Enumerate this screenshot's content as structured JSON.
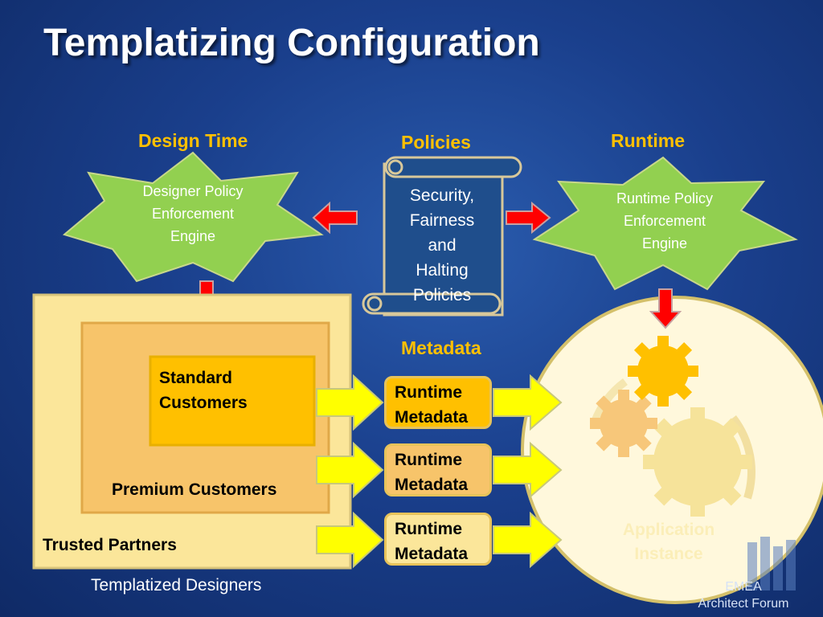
{
  "slide": {
    "title": "Templatizing Configuration",
    "headers": {
      "design_time": "Design Time",
      "policies": "Policies",
      "runtime": "Runtime",
      "metadata": "Metadata"
    },
    "designer_engine": {
      "line1": "Designer Policy",
      "line2": "Enforcement",
      "line3": "Engine"
    },
    "runtime_engine": {
      "line1": "Runtime Policy",
      "line2": "Enforcement",
      "line3": "Engine"
    },
    "policy_scroll": {
      "line1": "Security,",
      "line2": "Fairness",
      "line3": "and",
      "line4": "Halting",
      "line5": "Policies"
    },
    "nested_boxes": {
      "standard_line1": "Standard",
      "standard_line2": "Customers",
      "premium": "Premium Customers",
      "trusted": "Trusted Partners",
      "designers": "Templatized Designers"
    },
    "metadata_boxes": [
      {
        "line1": "Runtime",
        "line2": "Metadata"
      },
      {
        "line1": "Runtime",
        "line2": "Metadata"
      },
      {
        "line1": "Runtime",
        "line2": "Metadata"
      }
    ],
    "app_instance": {
      "line1": "Application",
      "line2": "Instance"
    },
    "logo": {
      "line1": "EMEA",
      "line2": "Architect Forum"
    }
  },
  "colors": {
    "header_gold": "#ffc000",
    "star_green": "#92d050",
    "scroll_fill": "#1f4e8c",
    "trusted_fill": "#fbe69a",
    "premium_fill": "#f7c46a",
    "standard_fill": "#ffc000",
    "arrow_red": "#ff0000",
    "arrow_yellow": "#ffff00"
  }
}
